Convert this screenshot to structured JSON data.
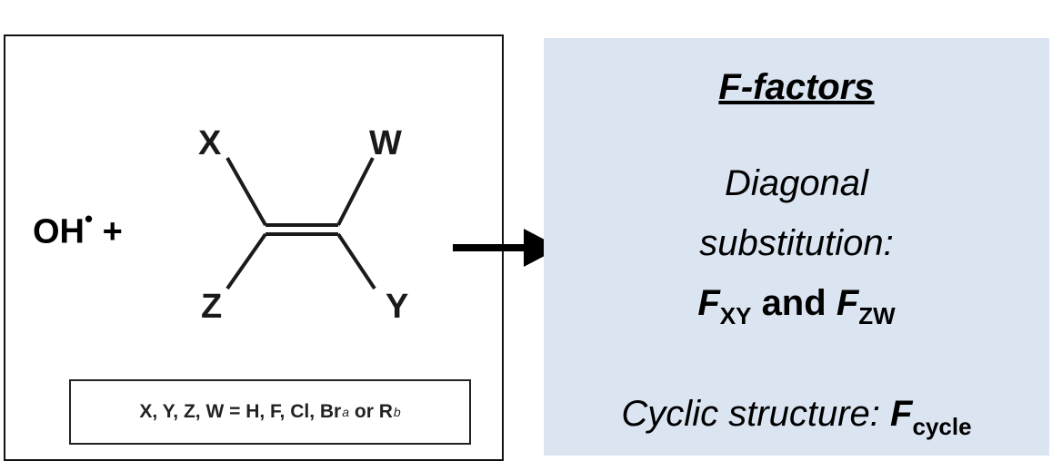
{
  "reaction": {
    "reactant": "OH",
    "radical_dot": "•",
    "plus": "+",
    "atoms": {
      "x": "X",
      "w": "W",
      "z": "Z",
      "y": "Y"
    },
    "conditions": {
      "text": "X, Y, Z, W = H, F, Cl, Br",
      "sup_a": "a",
      "or": "or R",
      "sup_b": "b"
    }
  },
  "f_factors": {
    "title": "F-factors",
    "diagonal_line1": "Diagonal",
    "diagonal_line2": "substitution:",
    "f1": "F",
    "f1_sub": "XY",
    "and": "and",
    "f2": "F",
    "f2_sub": "ZW",
    "cyclic_text": "Cyclic structure:",
    "f3": "F",
    "f3_sub": "cycle"
  },
  "colors": {
    "panel_bg": "#dbe5f1",
    "bond": "#1a1a1a"
  }
}
